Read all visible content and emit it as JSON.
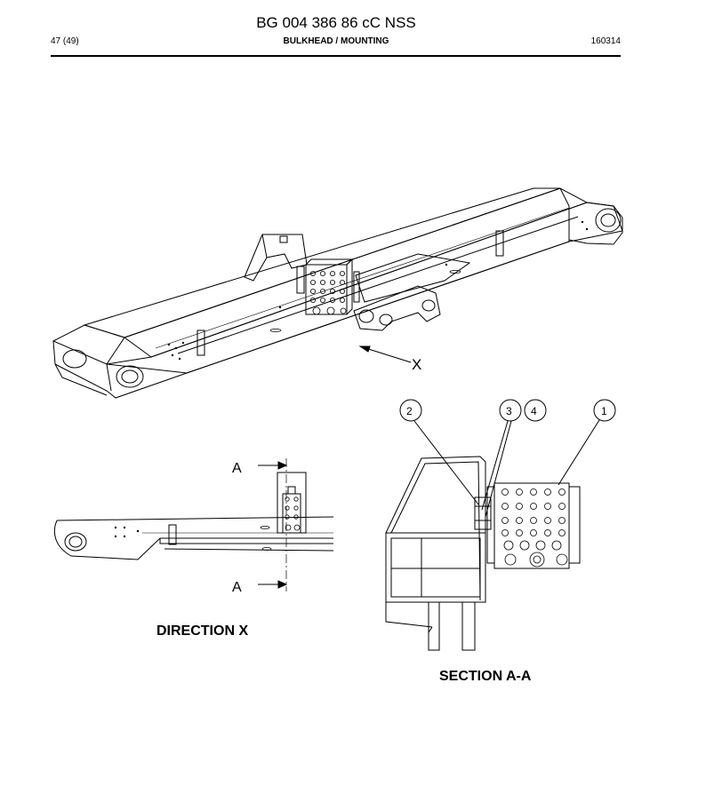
{
  "header": {
    "document_title": "BG 004 386 86 cC NSS",
    "page_number": "47 (49)",
    "section_title": "BULKHEAD / MOUNTING",
    "doc_code": "160314"
  },
  "drawing": {
    "view_arrow_label": "X",
    "section_marker_top": "A",
    "section_marker_bottom": "A",
    "direction_caption": "DIRECTION X",
    "section_caption": "SECTION A-A",
    "callouts": [
      "1",
      "2",
      "3",
      "4"
    ]
  }
}
